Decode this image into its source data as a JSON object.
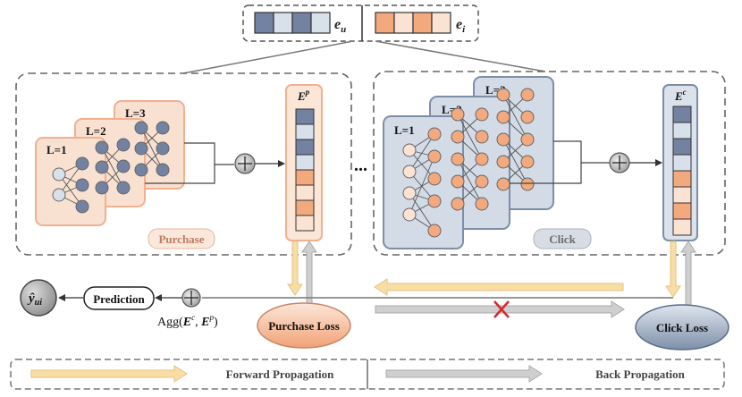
{
  "embeddings": {
    "user_label": "e",
    "user_sub": "u",
    "item_label": "e",
    "item_sub": "i"
  },
  "purchase": {
    "layers": [
      "L=1",
      "L=2",
      "L=3"
    ],
    "matrix_label": "E",
    "matrix_sup": "p",
    "tag": "Purchase",
    "loss": "Purchase Loss"
  },
  "click": {
    "layers": [
      "L=1",
      "L=2",
      "L=3"
    ],
    "matrix_label": "E",
    "matrix_sup": "c",
    "tag": "Click",
    "loss": "Click Loss"
  },
  "ellipsis": "...",
  "prediction": {
    "button": "Prediction",
    "output_label": "ŷ",
    "output_sub": "ui",
    "agg_prefix": "Agg(",
    "agg_e1": "E",
    "agg_sup1": "c",
    "agg_sep": ", ",
    "agg_e2": "E",
    "agg_sup2": "p",
    "agg_suffix": ")"
  },
  "legend": {
    "forward": "Forward Propagation",
    "backward": "Back Propagation"
  },
  "colors": {
    "purchase_fill": "#f7dccb",
    "purchase_stroke": "#f2b08e",
    "click_fill": "#d3dbe7",
    "click_stroke": "#7d8ea6",
    "node_dark": "#7282a0",
    "node_light": "#d8e0ea",
    "node_orange": "#f2a97d",
    "node_peach": "#fbe3d4",
    "forward_arrow": "#f8dea4",
    "back_arrow": "#c8c8c8",
    "block_cross": "#d8262c"
  }
}
